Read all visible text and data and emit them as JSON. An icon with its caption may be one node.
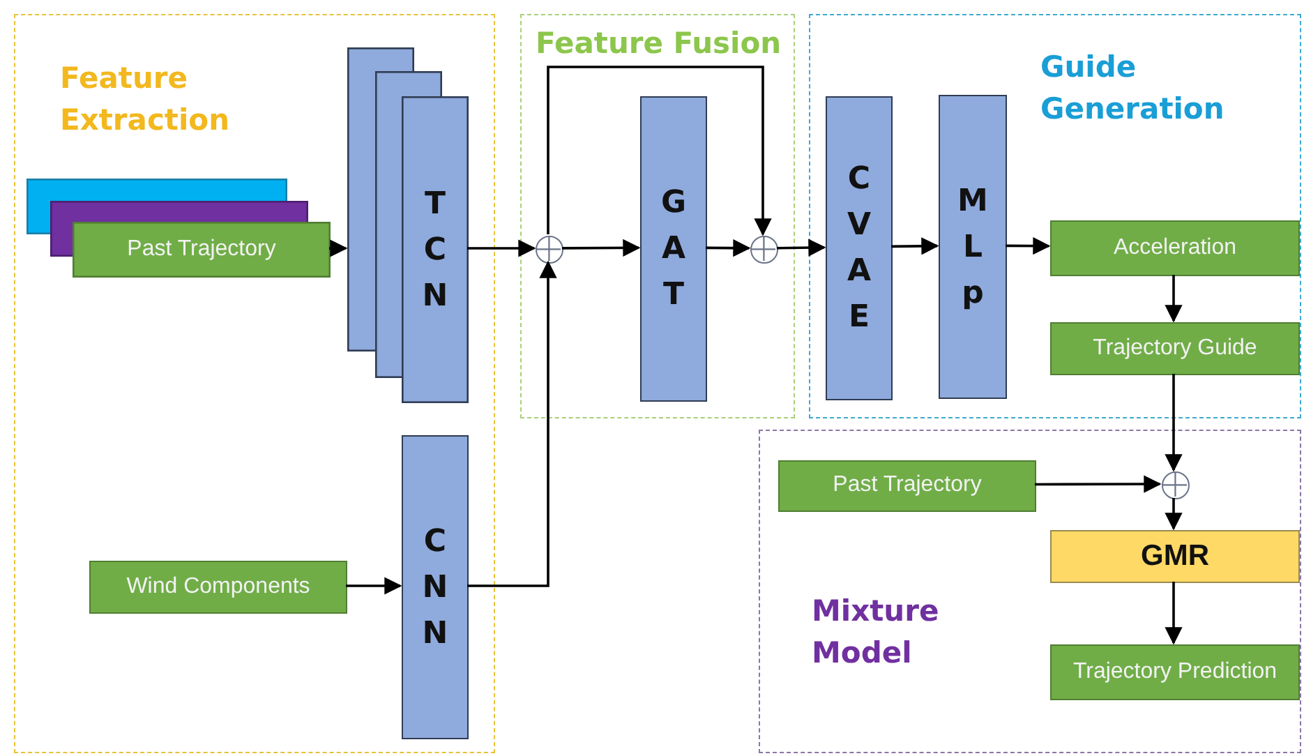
{
  "diagram": {
    "nodes": [
      {
        "text": [
          "Feature Extraction"
        ]
      },
      {
        "text": [
          "Feature Fusion"
        ]
      },
      {
        "text": [
          "Guide Generation"
        ]
      },
      {
        "text": [
          "Mixture Model"
        ]
      },
      {
        "text": [
          "Past Trajectory"
        ],
        "in": 0
      },
      {
        "text": [
          "TCN"
        ],
        "in": 0
      },
      {
        "text": [
          "Wind Components"
        ],
        "in": 0
      },
      {
        "text": [
          "CNN"
        ],
        "in": 0
      },
      {
        "text": [],
        "shape": "circle",
        "in": 1
      },
      {
        "text": [
          "GAT"
        ],
        "in": 1
      },
      {
        "text": [],
        "shape": "circle",
        "in": 1
      },
      {
        "text": [
          "CVAE"
        ],
        "in": 2
      },
      {
        "text": [
          "MLp"
        ],
        "in": 2
      },
      {
        "text": [
          "Acceleration"
        ],
        "in": 2
      },
      {
        "text": [
          "Trajectory Guide"
        ],
        "in": 2
      },
      {
        "text": [
          "Past Trajectory"
        ],
        "in": 3
      },
      {
        "text": [],
        "shape": "circle",
        "in": 3
      },
      {
        "text": [
          "GMR"
        ],
        "in": 3
      },
      {
        "text": [
          "Trajectory Prediction"
        ],
        "in": 3
      }
    ],
    "edges": [
      {
        "from": 4,
        "to": 5,
        "arrow": "to"
      },
      {
        "from": 5,
        "to": 8,
        "arrow": "to"
      },
      {
        "from": 6,
        "to": 7,
        "arrow": "to"
      },
      {
        "from": 7,
        "to": 8,
        "arrow": "to"
      },
      {
        "from": 8,
        "to": 9,
        "arrow": "to"
      },
      {
        "from": 8,
        "to": 10,
        "arrow": "to"
      },
      {
        "from": 9,
        "to": 10,
        "arrow": "to"
      },
      {
        "from": 10,
        "to": 11,
        "arrow": "to"
      },
      {
        "from": 11,
        "to": 12,
        "arrow": "to"
      },
      {
        "from": 12,
        "to": 13,
        "arrow": "to"
      },
      {
        "from": 13,
        "to": 14,
        "arrow": "to"
      },
      {
        "from": 14,
        "to": 16,
        "arrow": "to"
      },
      {
        "from": 15,
        "to": 16,
        "arrow": "to"
      },
      {
        "from": 16,
        "to": 17,
        "arrow": "to"
      },
      {
        "from": 17,
        "to": 18,
        "arrow": "to"
      }
    ]
  }
}
